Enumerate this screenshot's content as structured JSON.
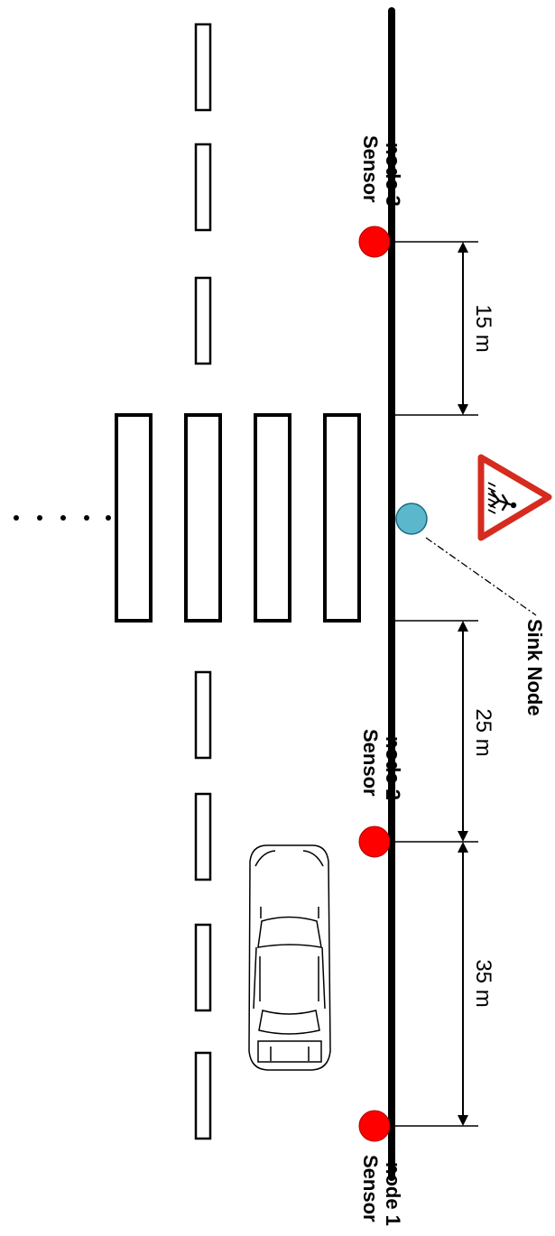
{
  "labels": {
    "sensor3": [
      "Sensor",
      "node 3"
    ],
    "sensor2": [
      "Sensor",
      "node 2"
    ],
    "sensor1": [
      "Sensor",
      "node 1"
    ],
    "sink": "Sink Node"
  },
  "dimensions": {
    "d1": "15 m",
    "d2": "25 m",
    "d3": "35 m"
  },
  "colors": {
    "sensor": "#ff0000",
    "sink": "#5bb8cc",
    "road_line": "#000000",
    "sign_border": "#d62b1f"
  },
  "icons": {
    "sign": "pedestrian-crossing-sign-icon",
    "car": "car-icon"
  }
}
